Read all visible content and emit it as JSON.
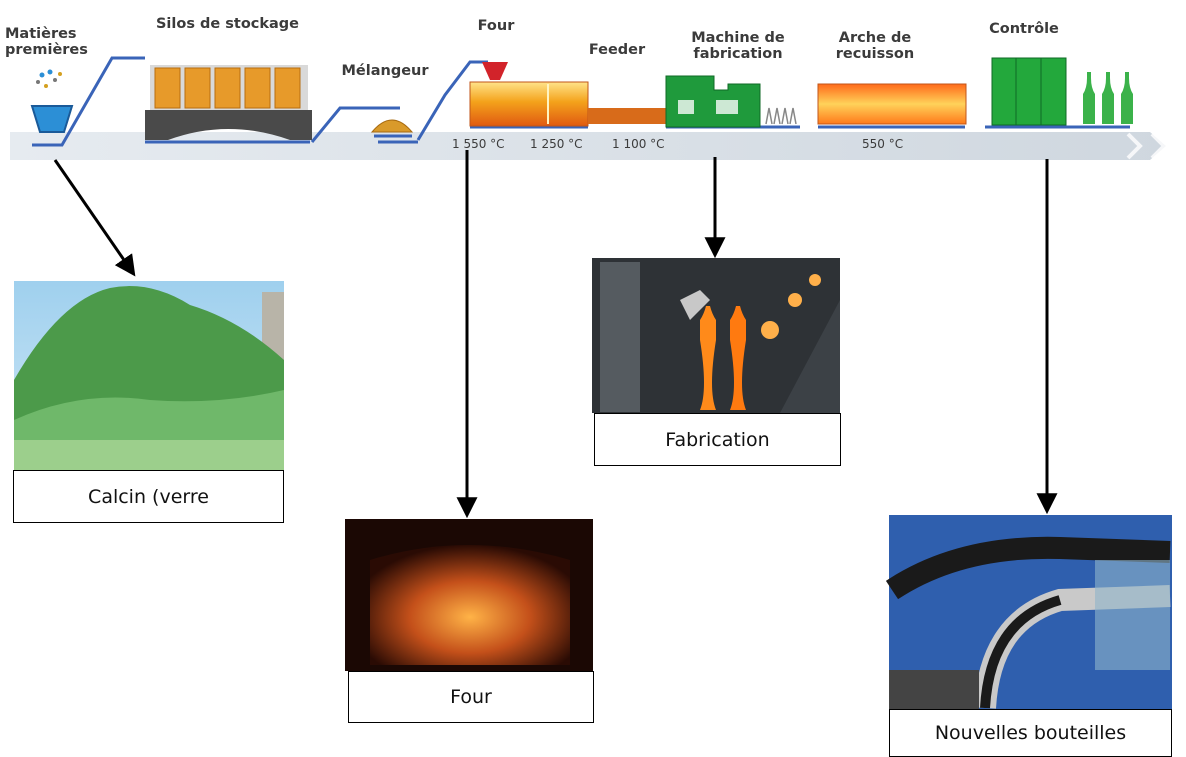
{
  "process": {
    "stages": {
      "raw_materials": "Matières premières",
      "silos": "Silos de stockage",
      "mixer": "Mélangeur",
      "furnace": "Four",
      "feeder": "Feeder",
      "forming_machine": "Machine de fabrication",
      "annealing": "Arche de recuisson",
      "inspection": "Contrôle"
    },
    "temperatures": {
      "furnace": "1 550 °C",
      "mid": "1 250 °C",
      "feeder": "1 100 °C",
      "annealing": "550 °C"
    }
  },
  "photos": {
    "cullet": {
      "caption": "Calcin (verre"
    },
    "furnace": {
      "caption": "Four"
    },
    "forming": {
      "caption": "Fabrication"
    },
    "bottles": {
      "caption": "Nouvelles bouteilles"
    }
  },
  "colors": {
    "conveyor": "#d4dbe3",
    "rail": "#3a64b8",
    "silo": "#e79a2a",
    "furnace": "#f0b400",
    "machine": "#1f9a3c",
    "inspection": "#23a83c"
  }
}
